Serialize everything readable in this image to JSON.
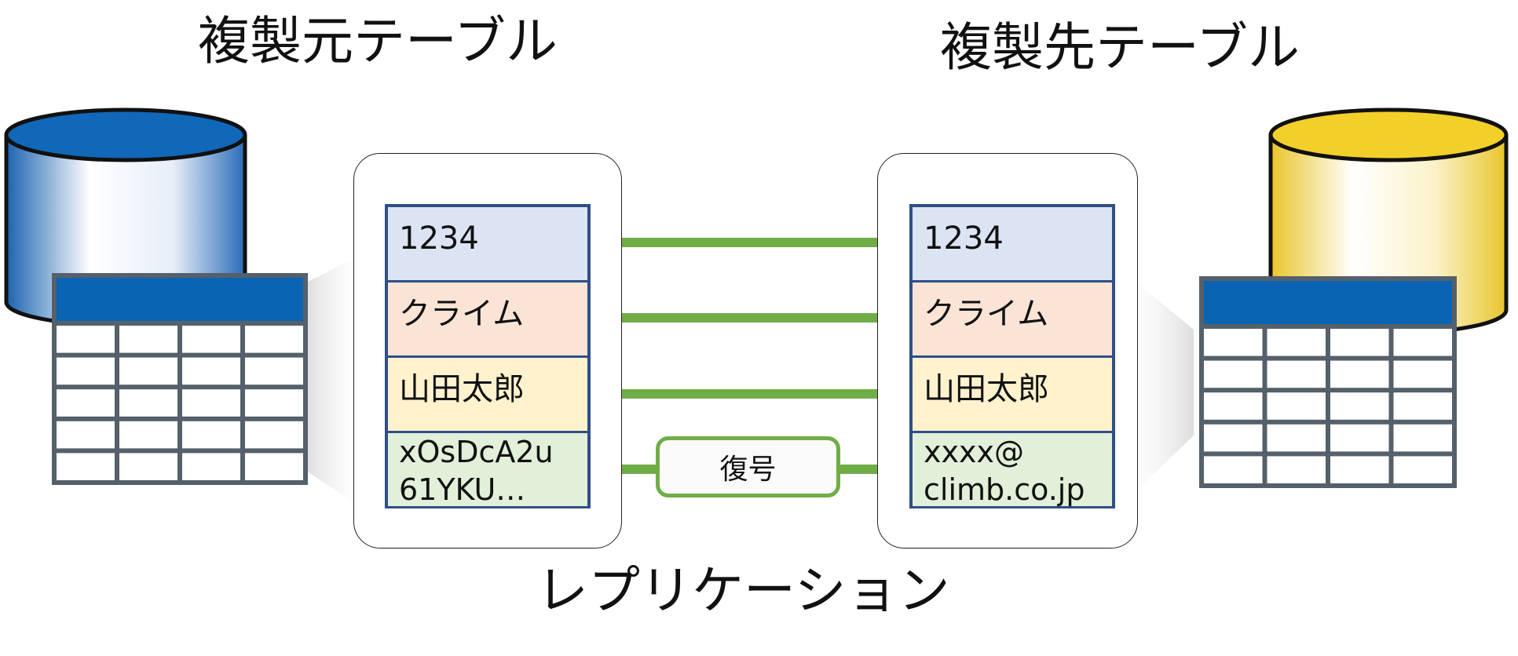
{
  "titles": {
    "source": "複製元テーブル",
    "destination": "複製先テーブル",
    "caption": "レプリケーション"
  },
  "source_record": [
    "1234",
    "クライム",
    "山田太郎",
    "xOsDcA2u\n61YKU…"
  ],
  "destination_record": [
    "1234",
    "クライム",
    "山田太郎",
    "xxxx@\nclimb.co.jp"
  ],
  "decrypt_label": "復号",
  "colors": {
    "arrow": "#70ad47",
    "source_db": "#1167b8",
    "destination_db": "#f3cf2a",
    "table_header": "#0a64b4",
    "record_border": "#2f4f86"
  }
}
